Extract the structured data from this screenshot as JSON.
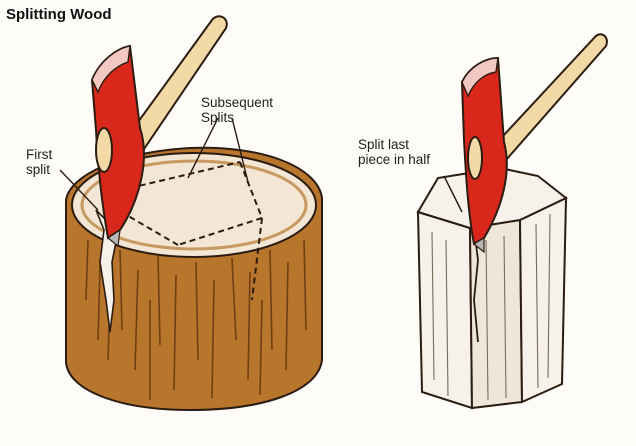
{
  "title": "Splitting Wood",
  "labels": {
    "first_split": [
      "First",
      "split"
    ],
    "subsequent_splits": [
      "Subsequent",
      "Splits"
    ],
    "split_last": [
      "Split last",
      "piece in half"
    ]
  },
  "colors": {
    "axe_head": "#d9271c",
    "axe_handle": "#f3d9a6",
    "bark": "#b8752c",
    "wood_face": "#f3e6d4",
    "split_wood": "#f6f1ea",
    "ink": "#2a1c10"
  }
}
